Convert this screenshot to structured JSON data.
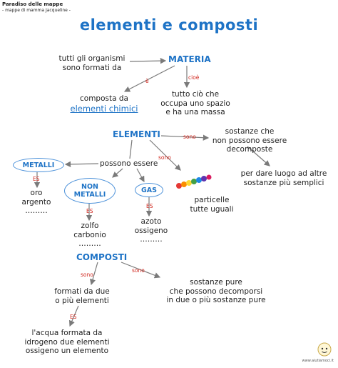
{
  "header": {
    "title": "Paradiso delle mappe",
    "subtitle": "- mappe di mamma Jacqueline -"
  },
  "title": "elementi  e  composti",
  "materia": {
    "node": "MATERIA",
    "left_text": [
      "tutti  gli  organismi",
      "sono  formati  da"
    ],
    "label_e": "è",
    "label_cioe": "cioè",
    "composta": [
      "composta  da"
    ],
    "composta_link": "elementi  chimici",
    "cioe_text": [
      "tutto  ciò  che",
      "occupa  uno  spazio",
      "e  ha  una  massa"
    ]
  },
  "elementi": {
    "node": "ELEMENTI",
    "label_sono_right": "sono",
    "right_text": [
      "sostanze  che",
      "non  possono  essere",
      "decomposte"
    ],
    "right_text2": [
      "per  dare  luogo  ad  altre",
      "sostanze  più  semplici"
    ],
    "possono_essere": "possono   essere",
    "label_sono_down": "sono",
    "particelle": [
      "particelle",
      "tutte  uguali"
    ]
  },
  "metalli": {
    "node": "METALLI",
    "label": "ES",
    "examples": [
      "oro",
      "argento",
      "………"
    ]
  },
  "non_metalli": {
    "node": [
      "NON",
      "METALLI"
    ],
    "label": "ES",
    "examples": [
      "zolfo",
      "carbonio",
      "………"
    ]
  },
  "gas": {
    "node": "GAS",
    "label": "ES",
    "examples": [
      "azoto",
      "ossigeno",
      "………"
    ]
  },
  "composti": {
    "node": "COMPOSTI",
    "label_sono_left": "sono",
    "label_sono_right": "sono",
    "left_text": [
      "formati  da  due",
      "o  più  elementi"
    ],
    "right_text": [
      "sostanze  pure",
      "che  possono  decomporsi",
      "in  due  o  più  sostanze  pure"
    ],
    "label_es": "ES",
    "example": [
      "l'acqua  formata  da",
      "idrogeno  due  elementi",
      "ossigeno  un  elemento"
    ]
  },
  "footer": {
    "website": "www.aiutiamoci.it"
  },
  "colors": {
    "concept": "#1e73c6",
    "label": "#d0261d",
    "arrow": "#7a7a7a",
    "oval_border": "#4a90d9"
  },
  "icons": {
    "particles": "particles-icon",
    "mascot": "mascot-icon"
  }
}
